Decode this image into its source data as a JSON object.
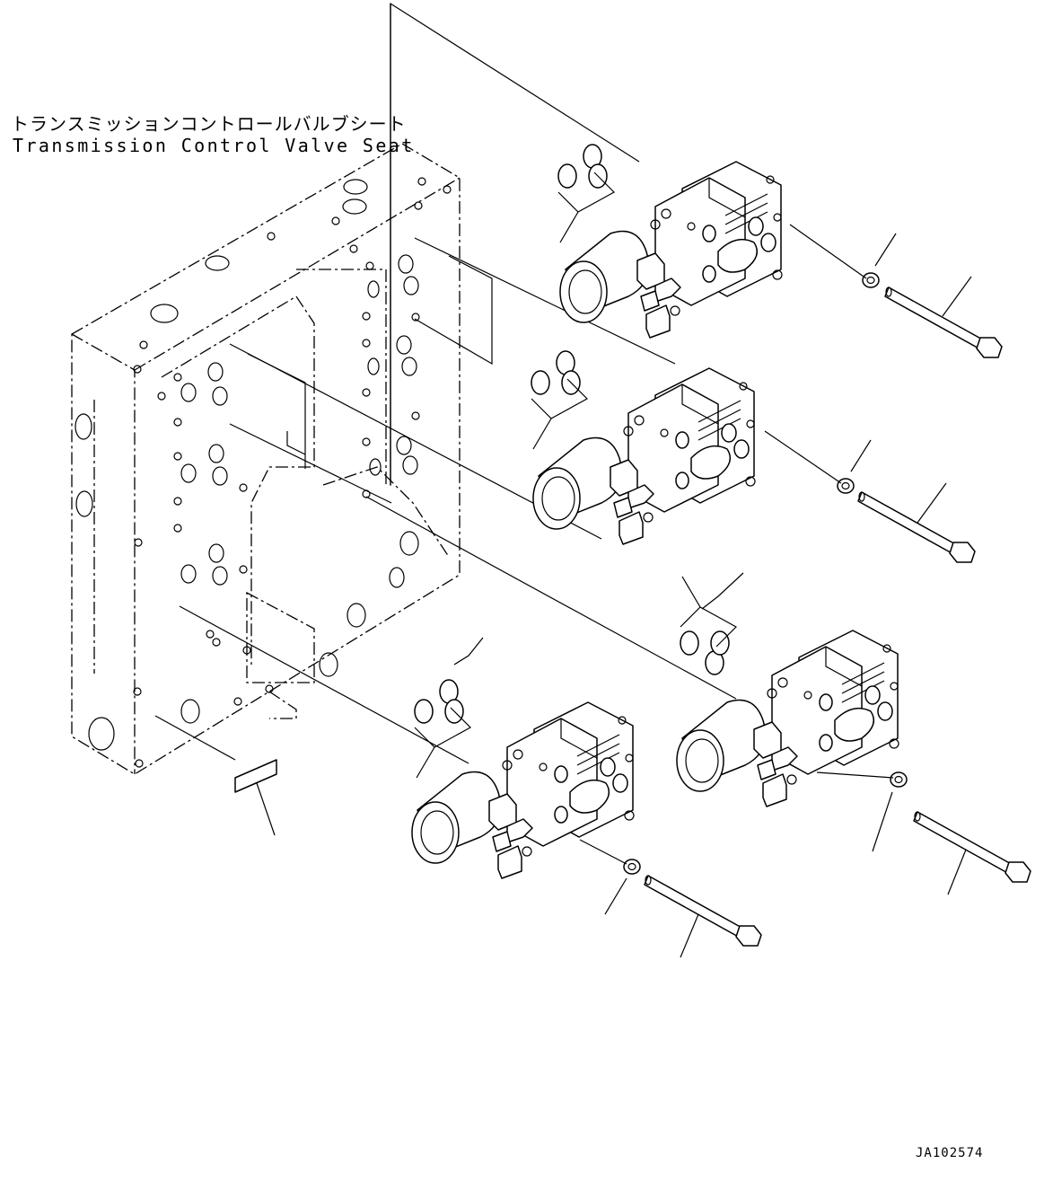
{
  "diagram": {
    "title_jp": "トランスミッションコントロールバルブシート",
    "title_en": "Transmission Control Valve Seat",
    "drawing_number": "JA102574"
  },
  "parts": {
    "valve_assembly": {
      "count": 4,
      "icon": "solenoid-valve-icon"
    },
    "o_ring_set": {
      "count": 4,
      "icon": "o-ring-icon"
    },
    "washer": {
      "count": 4,
      "icon": "washer-icon"
    },
    "bolt": {
      "count": 4,
      "icon": "bolt-icon"
    },
    "label_plate": {
      "count": 1,
      "icon": "nameplate-icon"
    }
  }
}
